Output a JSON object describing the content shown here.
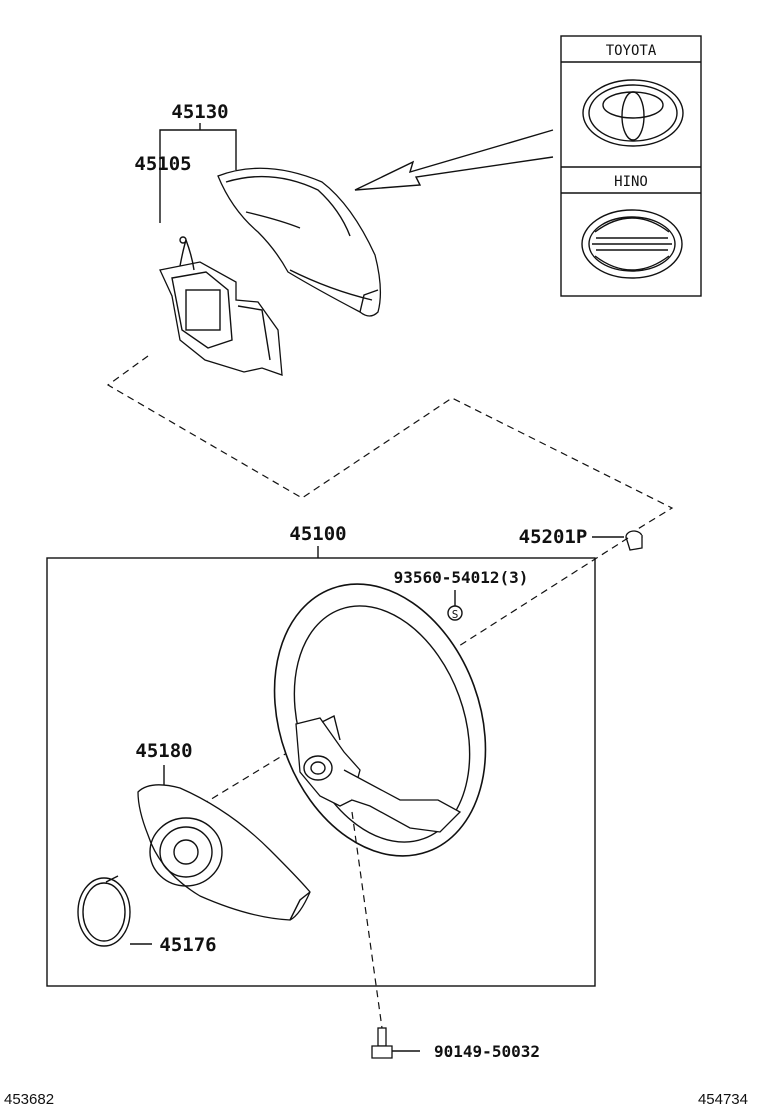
{
  "parts": {
    "horn_pad_assy": "45130",
    "horn_button": "45105",
    "steering_wheel_assy": "45100",
    "clip": "45201P",
    "screw_qty": "93560-54012(3)",
    "cover_lower": "45180",
    "ring": "45176",
    "bolt": "90149-50032"
  },
  "emblems": {
    "toyota": "TOYOTA",
    "hino": "HINO"
  },
  "screw_marker": "S",
  "footer": {
    "left_code": "453682",
    "right_code": "454734"
  }
}
